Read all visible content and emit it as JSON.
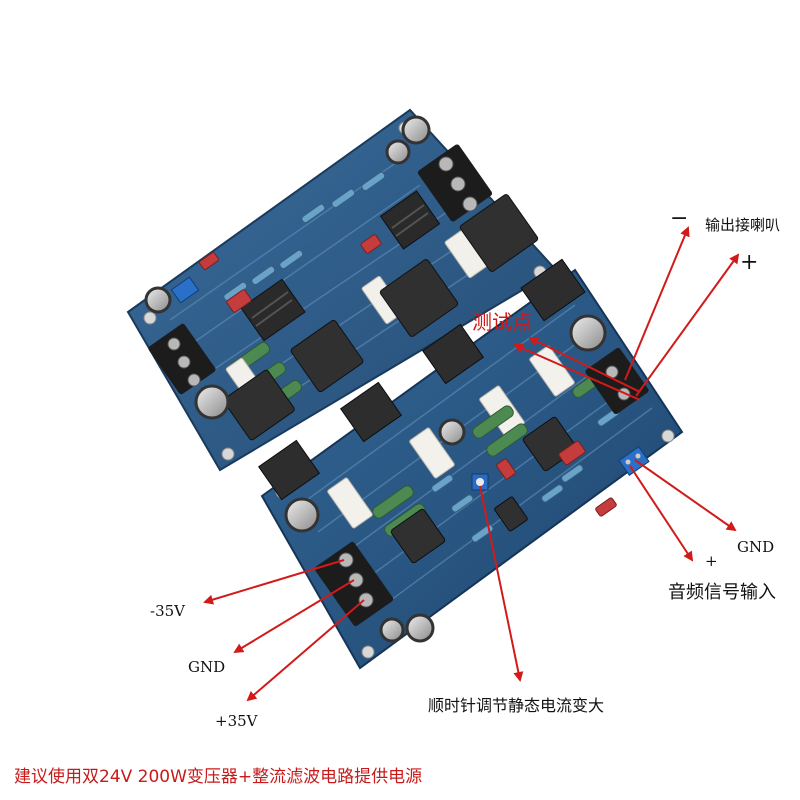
{
  "labels": {
    "speaker_output": "输出接喇叭",
    "speaker_minus": "−",
    "speaker_plus": "+",
    "test_point": "测试点",
    "neg_supply": "-35V",
    "gnd_supply": "GND",
    "pos_supply": "+35V",
    "input_gnd": "GND",
    "input_plus": "+",
    "audio_input": "音频信号输入",
    "bias_adjust": "顺时针调节静态电流变大",
    "footer_note": "建议使用双24V 200W变压器+整流滤波电路提供电源"
  },
  "colors": {
    "pcb_blue": "#2d5a86",
    "heatsink": "#2a2a2a",
    "arrow_red": "#d21a1a",
    "test_point_red": "#d01818",
    "footer_red": "#c81a1a",
    "label_text": "#111111"
  }
}
